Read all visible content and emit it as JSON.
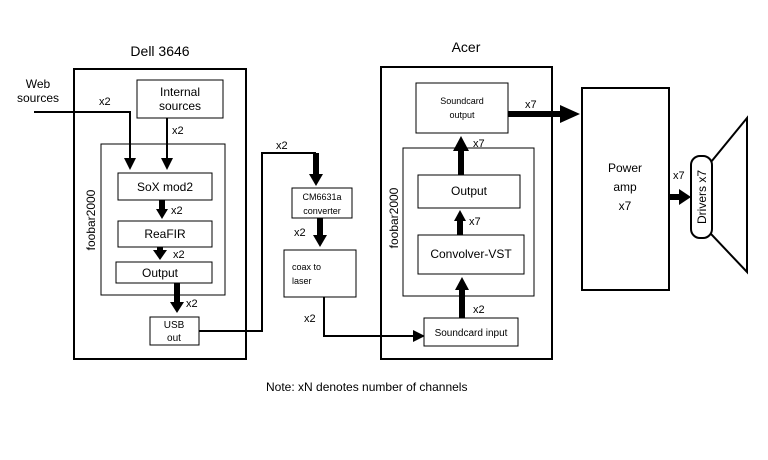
{
  "titles": {
    "dell": "Dell 3646",
    "acer": "Acer"
  },
  "labels": {
    "web_sources": [
      "Web",
      "sources"
    ],
    "internal_sources": [
      "Internal",
      "sources"
    ],
    "foobar_left": "foobar2000",
    "foobar_right": "foobar2000",
    "sox": "SoX mod2",
    "reafir": "ReaFIR",
    "output_left": "Output",
    "usb_out": [
      "USB",
      "out"
    ],
    "cm6631a": [
      "CM6631a",
      "converter"
    ],
    "coax": [
      "coax to",
      "laser"
    ],
    "soundcard_output": [
      "Soundcard",
      "output"
    ],
    "output_right": "Output",
    "convolver": "Convolver-VST",
    "soundcard_input": "Soundcard input",
    "power_amp": [
      "Power",
      "amp",
      "x7"
    ],
    "drivers": "Drivers x7",
    "note": "Note: xN denotes number of channels"
  },
  "channels": {
    "x2": "x2",
    "x7": "x7"
  }
}
